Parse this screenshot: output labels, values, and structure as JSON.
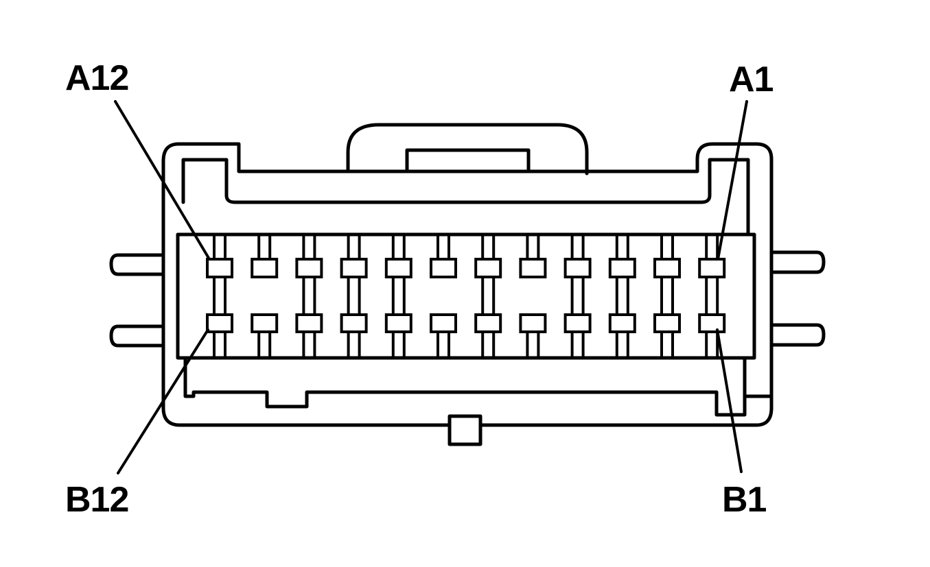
{
  "callouts": {
    "a12": "A12",
    "a1": "A1",
    "b12": "B12",
    "b1": "B1"
  },
  "colors": {
    "stroke": "#000000",
    "background": "#ffffff"
  },
  "pin_rows": [
    "A",
    "B"
  ],
  "pins_per_row": 12
}
